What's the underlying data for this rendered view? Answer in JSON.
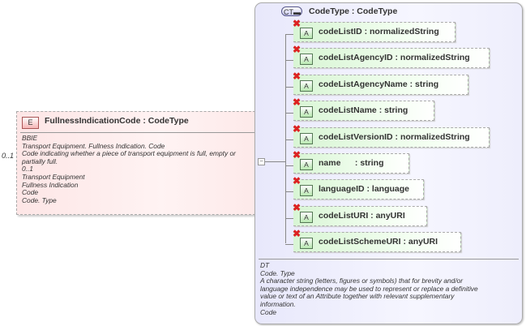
{
  "element": {
    "badge": "E",
    "title": "FullnessIndicationCode : CodeType",
    "occurrence": "0..1",
    "doc": [
      "BBIE",
      "Transport Equipment. Fullness Indication. Code",
      "Code indicating whether a piece of transport equipment is full, empty or",
      "partially full.",
      "0..1",
      "Transport Equipment",
      "Fullness Indication",
      "Code",
      "Code. Type"
    ]
  },
  "complex_type": {
    "badge": "CT",
    "title": "CodeType : CodeType",
    "attributes": [
      {
        "badge": "A",
        "label": "codeListID : normalizedString"
      },
      {
        "badge": "A",
        "label": "codeListAgencyID : normalizedString"
      },
      {
        "badge": "A",
        "label": "codeListAgencyName : string"
      },
      {
        "badge": "A",
        "label": "codeListName : string"
      },
      {
        "badge": "A",
        "label": "codeListVersionID : normalizedString"
      },
      {
        "badge": "A",
        "label": "name      : string"
      },
      {
        "badge": "A",
        "label": "languageID : language"
      },
      {
        "badge": "A",
        "label": "codeListURI : anyURI"
      },
      {
        "badge": "A",
        "label": "codeListSchemeURI : anyURI"
      }
    ],
    "doc": [
      "DT",
      "Code. Type",
      "A character string (letters, figures or symbols) that for brevity and/or",
      "language independence may be used to represent or replace a definitive",
      "value or text of an Attribute together with relevant supplementary",
      "information.",
      "Code"
    ]
  }
}
